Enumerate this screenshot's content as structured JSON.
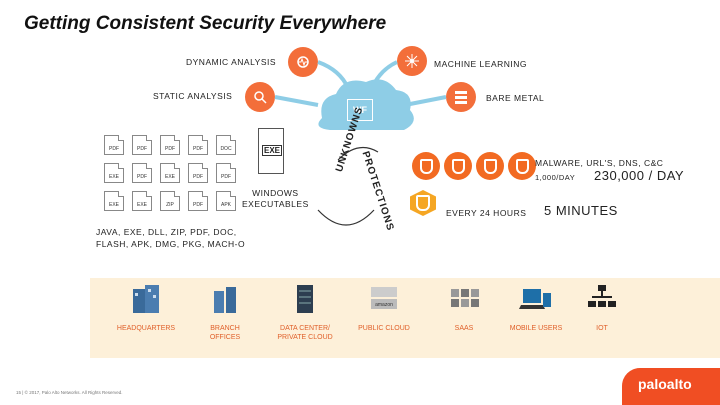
{
  "title": "Getting Consistent Security Everywhere",
  "sources": {
    "dynamic_analysis": "DYNAMIC ANALYSIS",
    "machine_learning": "MACHINE LEARNING",
    "static_analysis": "STATIC ANALYSIS",
    "bare_metal": "BARE METAL"
  },
  "cloud_label": "WF",
  "windows_executables": "WINDOWS\nEXECUTABLES",
  "exe_label": "EXE",
  "unknowns": "UNKNOWNS",
  "protections": "PROTECTIONS",
  "file_types": "JAVA, EXE, DLL, ZIP, PDF, DOC,\nFLASH, APK, DMG, PKG, MACH-O",
  "doc_types": [
    "PDF",
    "PDF",
    "PDF",
    "PDF",
    "DOC",
    "EXE",
    "PDF",
    "EXE",
    "PDF",
    "EXE",
    "EXE",
    "ZIP",
    "PDF",
    "APK",
    "PDF"
  ],
  "stats": {
    "malware_label": "MALWARE, URL'S, DNS, C&C",
    "per_day_prefix": "1,000/DAY",
    "per_day_value": "230,000 / DAY",
    "interval_label": "EVERY 24 HOURS",
    "interval_value": "5 MINUTES"
  },
  "environments": [
    {
      "label": "HEADQUARTERS",
      "icon": "building-icon"
    },
    {
      "label": "BRANCH\nOFFICES",
      "icon": "branch-icon"
    },
    {
      "label": "DATA CENTER/\nPRIVATE CLOUD",
      "icon": "server-icon"
    },
    {
      "label": "PUBLIC CLOUD",
      "icon": "cloud-provider-icon"
    },
    {
      "label": "SAAS",
      "icon": "saas-icon"
    },
    {
      "label": "MOBILE USERS",
      "icon": "laptop-icon"
    },
    {
      "label": "IOT",
      "icon": "network-icon"
    }
  ],
  "footer": "15 | © 2017, Palo Alto Networks. All Rights Reserved.",
  "logo": "paloalto",
  "colors": {
    "accent": "#f36e3a",
    "band": "#fdf0d9",
    "shield": "#f26a22",
    "hex": "#f5a623",
    "cloud": "#8ecde6"
  }
}
